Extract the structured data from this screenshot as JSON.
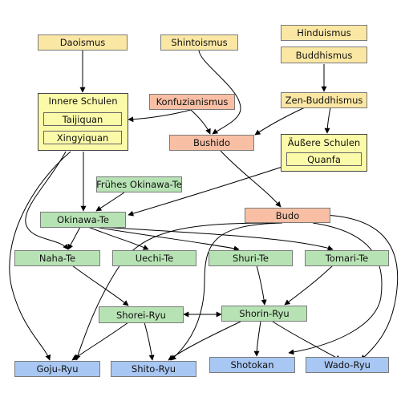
{
  "nodes": {
    "daoismus": "Daoismus",
    "shintoismus": "Shintoismus",
    "hinduismus": "Hinduismus",
    "buddhismus": "Buddhismus",
    "konfuzianismus": "Konfuzianismus",
    "zen_buddhismus": "Zen-Buddhismus",
    "bushido": "Bushido",
    "fruehes_okinawa_te": "Frühes Okinawa-Te",
    "okinawa_te": "Okinawa-Te",
    "budo": "Budo",
    "naha_te": "Naha-Te",
    "uechi_te": "Uechi-Te",
    "shuri_te": "Shuri-Te",
    "tomari_te": "Tomari-Te",
    "shorei_ryu": "Shorei-Ryu",
    "shorin_ryu": "Shorin-Ryu",
    "goju_ryu": "Goju-Ryu",
    "shito_ryu": "Shito-Ryu",
    "shotokan": "Shotokan",
    "wado_ryu": "Wado-Ryu"
  },
  "groups": {
    "innere_schulen": {
      "title": "Innere Schulen",
      "items": [
        "Taijiquan",
        "Xingyiquan"
      ]
    },
    "aeussere_schulen": {
      "title": "Äußere Schulen",
      "items": [
        "Quanfa"
      ]
    }
  },
  "colors": {
    "philosophy": "#fbe7a4",
    "code": "#f9bfa4",
    "okinawa": "#b7e3b4",
    "style": "#a9c7f3",
    "group": "#fbfaa9"
  }
}
